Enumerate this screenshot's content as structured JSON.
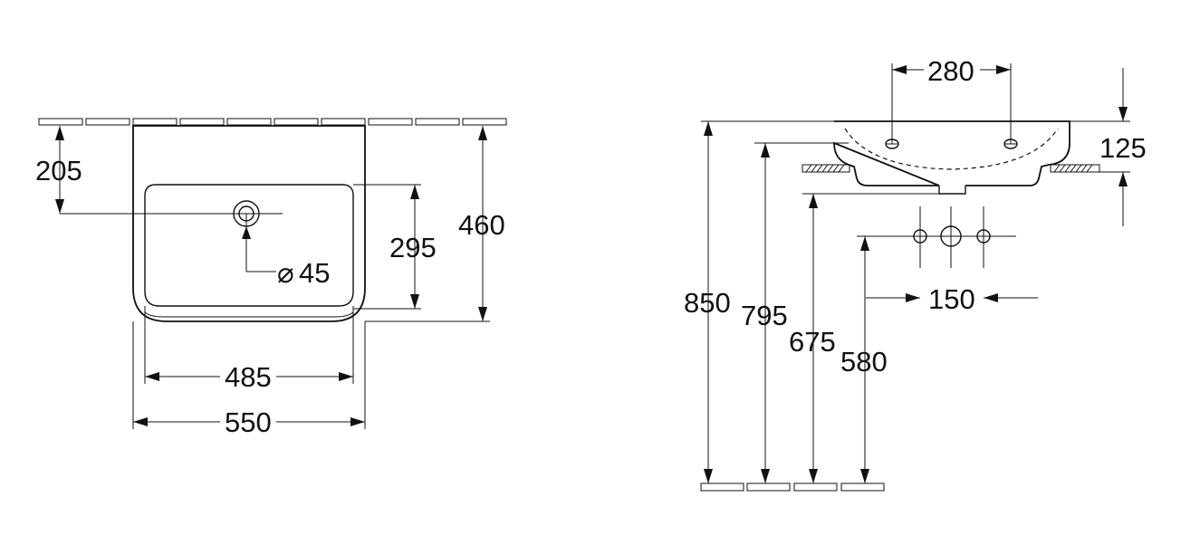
{
  "top_view": {
    "dim_205": "205",
    "dim_460": "460",
    "dim_295": "295",
    "dim_45": "45",
    "dim_485": "485",
    "dim_550": "550",
    "diameter_symbol": "⌀"
  },
  "side_view": {
    "dim_280": "280",
    "dim_125": "125",
    "dim_150": "150",
    "dim_850": "850",
    "dim_795": "795",
    "dim_675": "675",
    "dim_580": "580"
  },
  "colors": {
    "line": "#111111",
    "background": "#ffffff"
  }
}
